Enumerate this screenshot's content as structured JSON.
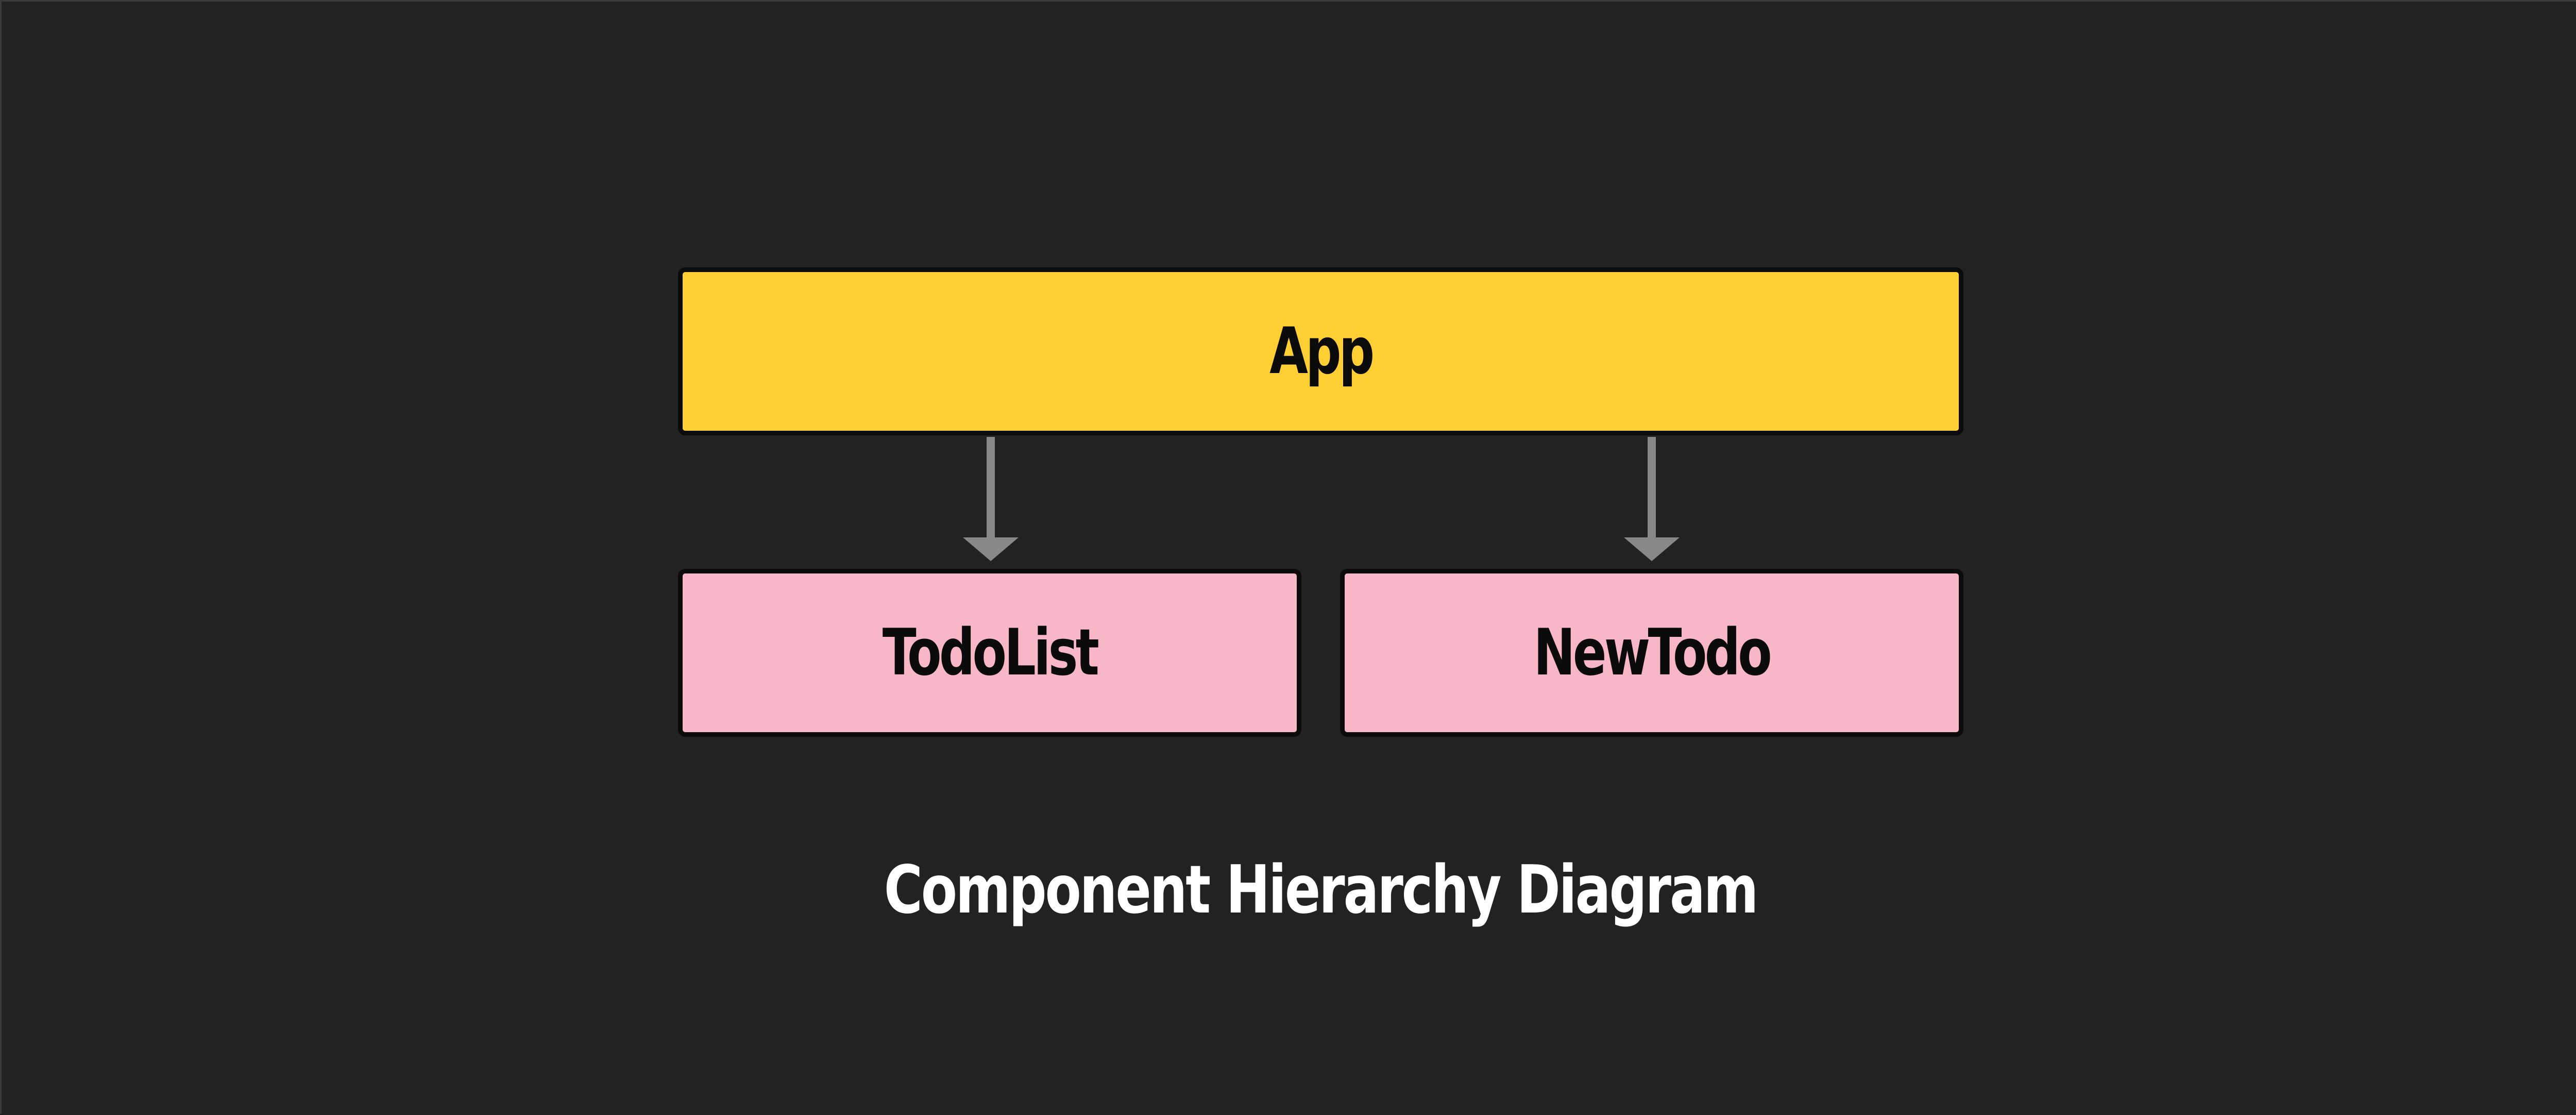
{
  "diagram": {
    "colors": {
      "background": "#222222",
      "root_fill": "#FFCF33",
      "child_fill": "#F8B7C7",
      "border": "#0B0B0B",
      "edge": "#888888",
      "caption": "#FFFFFF"
    },
    "nodes": {
      "app": {
        "label": "App"
      },
      "todolist": {
        "label": "TodoList"
      },
      "newtodo": {
        "label": "NewTodo"
      }
    },
    "edges": [
      {
        "from": "App",
        "to": "TodoList"
      },
      {
        "from": "App",
        "to": "NewTodo"
      }
    ],
    "caption": "Component Hierarchy Diagram"
  }
}
